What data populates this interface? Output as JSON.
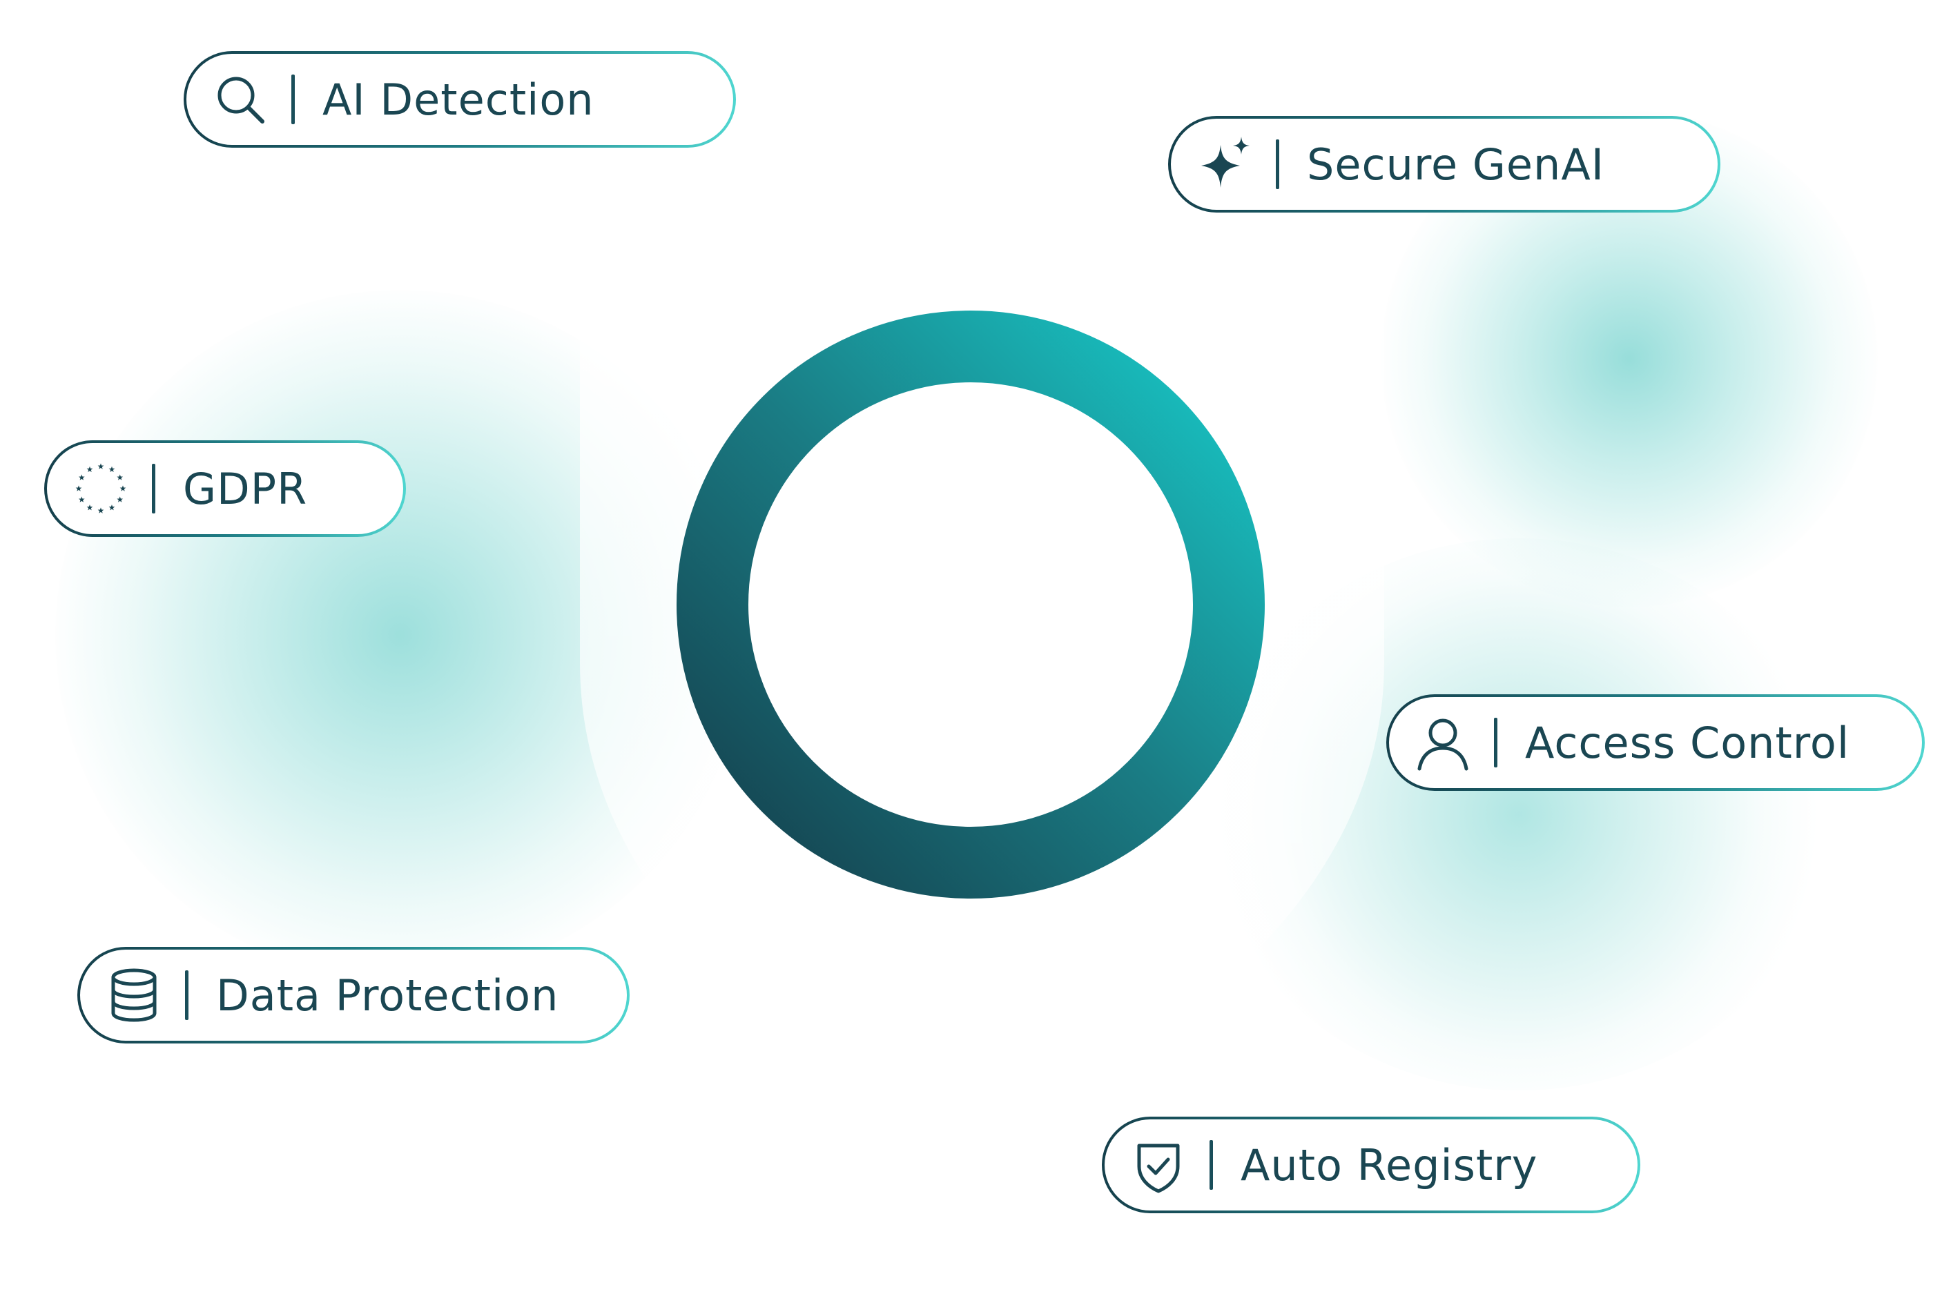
{
  "colors": {
    "dark_teal": "#153f4b",
    "mid_teal": "#1f7c84",
    "bright_teal": "#4fd6d0",
    "text": "#1a4652",
    "glow": "#8cdad6"
  },
  "center": {
    "icon": "ring-logo-icon"
  },
  "badges": [
    {
      "icon": "search-icon",
      "label": "AI Detection"
    },
    {
      "icon": "sparkles-icon",
      "label": "Secure GenAI"
    },
    {
      "icon": "eu-stars-icon",
      "label": "GDPR"
    },
    {
      "icon": "user-icon",
      "label": "Access Control"
    },
    {
      "icon": "database-icon",
      "label": "Data Protection"
    },
    {
      "icon": "shield-check-icon",
      "label": "Auto Registry"
    }
  ]
}
